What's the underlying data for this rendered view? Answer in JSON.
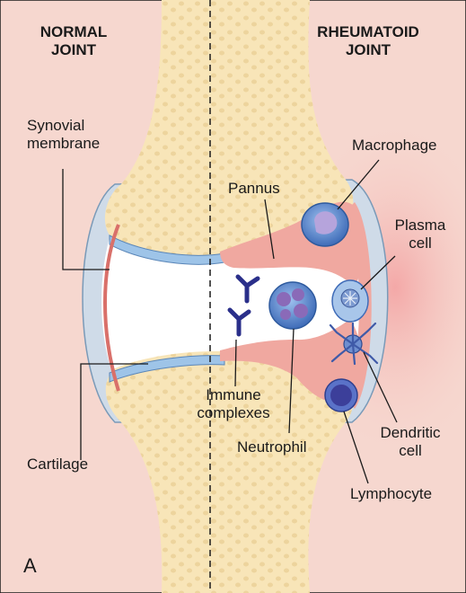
{
  "panel_letter": "A",
  "headers": {
    "left": "NORMAL\nJOINT",
    "right": "RHEUMATOID\nJOINT"
  },
  "labels": {
    "synovial_membrane": "Synovial\nmembrane",
    "cartilage": "Cartilage",
    "pannus": "Pannus",
    "macrophage": "Macrophage",
    "plasma_cell": "Plasma\ncell",
    "immune_complexes": "Immune\ncomplexes",
    "neutrophil": "Neutrophil",
    "dendritic_cell": "Dendritic\ncell",
    "lymphocyte": "Lymphocyte"
  },
  "colors": {
    "background": "#f6d7cf",
    "bone": "#f8e5b8",
    "bone_dots": "#ecd29a",
    "capsule": "#cfdbe8",
    "cartilage": "#9ec4e8",
    "pannus": "#f0a8a0",
    "cell_blue": "#5b86c8",
    "nucleus": "#8a6ab8",
    "antibody": "#2a2f8a"
  }
}
